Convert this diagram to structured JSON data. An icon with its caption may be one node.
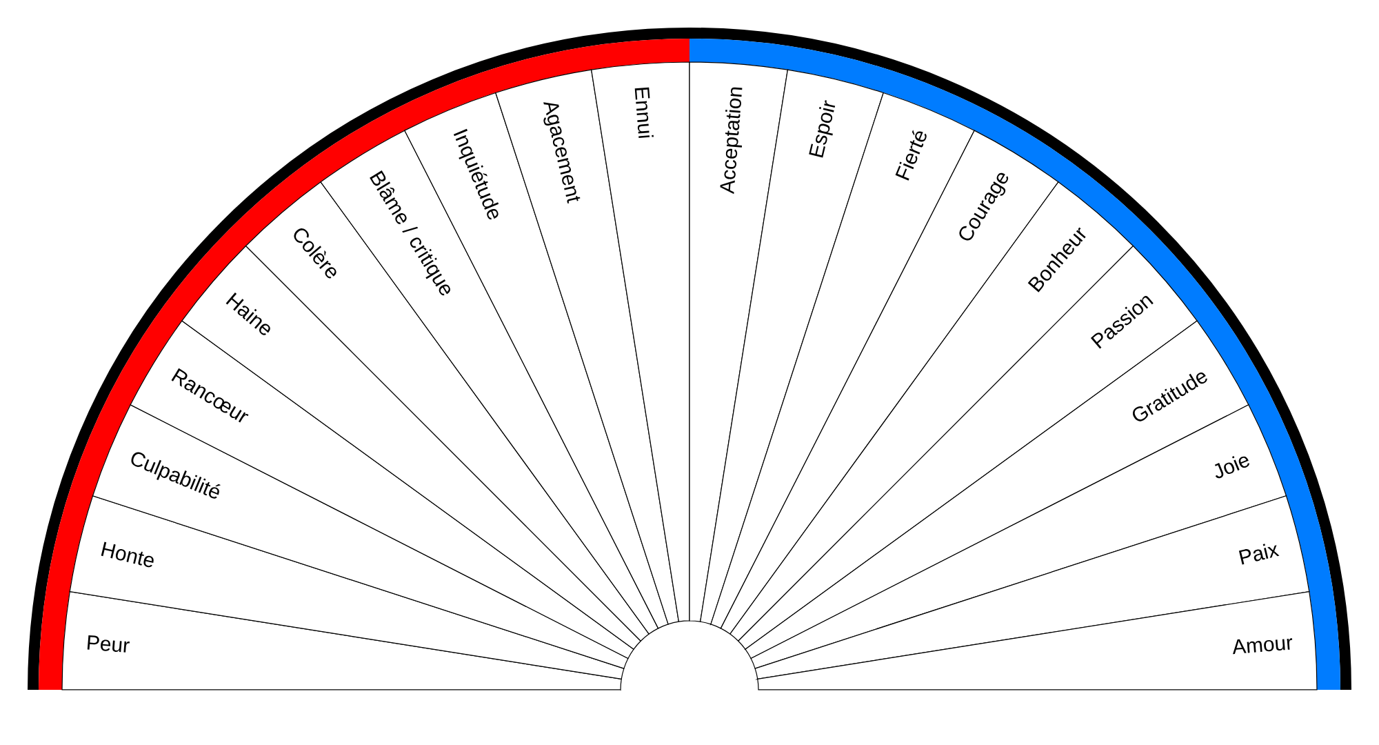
{
  "diagram": {
    "nodes": [
      {
        "text": [
          "Peur"
        ]
      },
      {
        "text": [
          "Honte"
        ]
      },
      {
        "text": [
          "Culpabilité"
        ]
      },
      {
        "text": [
          "Rancœur"
        ]
      },
      {
        "text": [
          "Haine"
        ]
      },
      {
        "text": [
          "Colère"
        ]
      },
      {
        "text": [
          "Blâme / critique"
        ]
      },
      {
        "text": [
          "Inquiétude"
        ]
      },
      {
        "text": [
          "Agacement"
        ]
      },
      {
        "text": [
          "Ennui"
        ]
      },
      {
        "text": [
          "Acceptation"
        ]
      },
      {
        "text": [
          "Espoir"
        ]
      },
      {
        "text": [
          "Fierté"
        ]
      },
      {
        "text": [
          "Courage"
        ]
      },
      {
        "text": [
          "Bonheur"
        ]
      },
      {
        "text": [
          "Passion"
        ]
      },
      {
        "text": [
          "Gratitude"
        ]
      },
      {
        "text": [
          "Joie"
        ]
      },
      {
        "text": [
          "Paix"
        ]
      },
      {
        "text": [
          "Amour"
        ]
      }
    ]
  }
}
